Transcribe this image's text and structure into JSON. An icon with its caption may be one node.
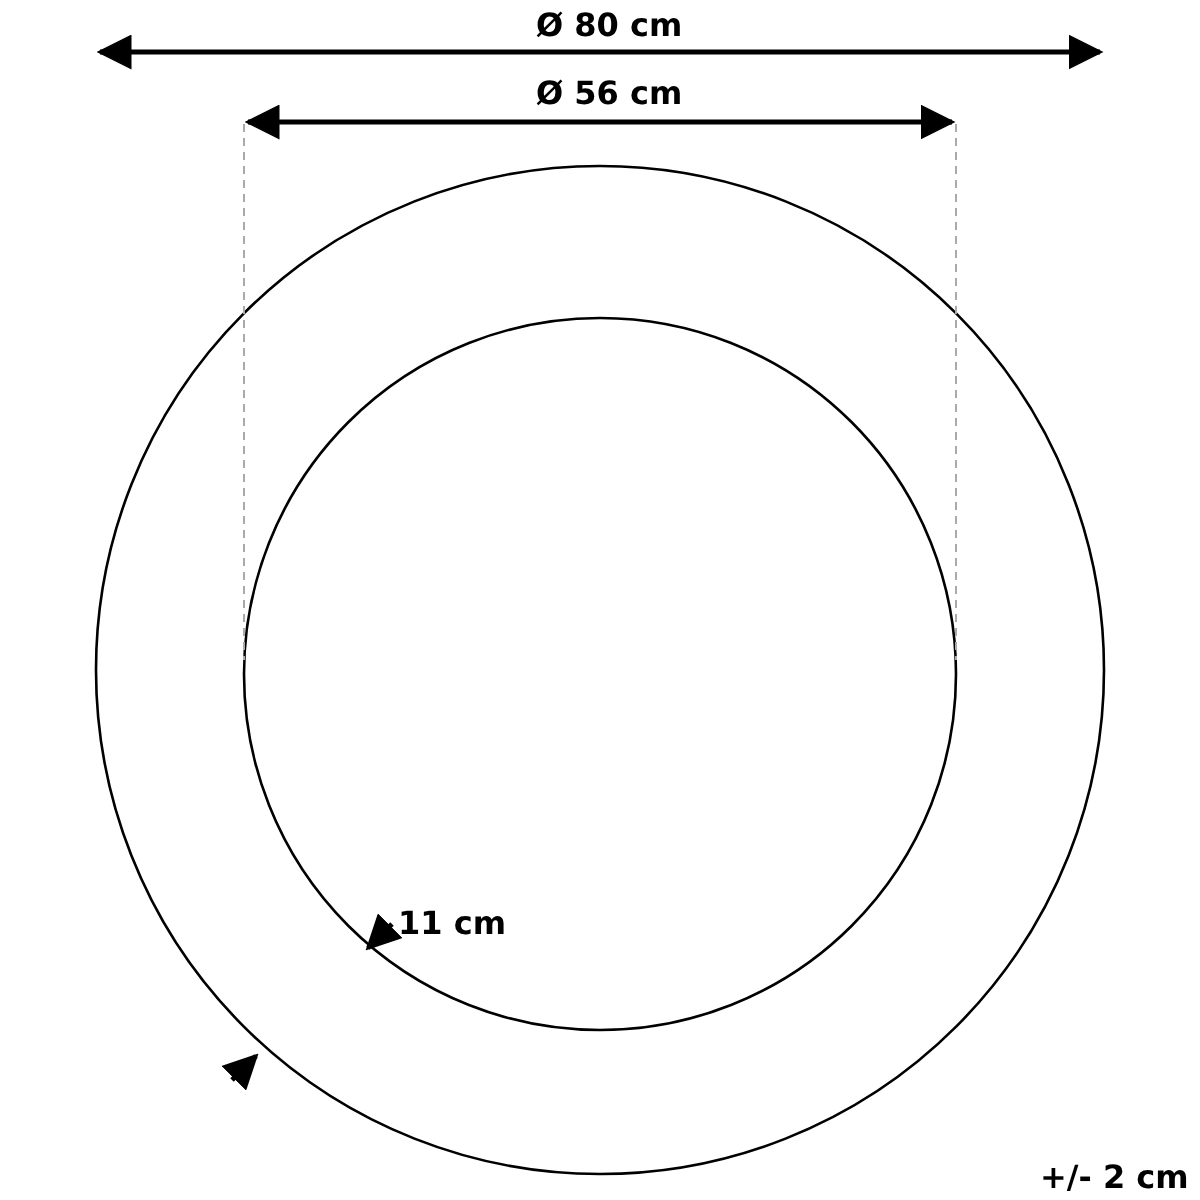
{
  "diagram": {
    "labels": [
      "Ø 80 cm",
      "Ø 56 cm",
      "11 cm",
      "+/- 2 cm"
    ]
  }
}
